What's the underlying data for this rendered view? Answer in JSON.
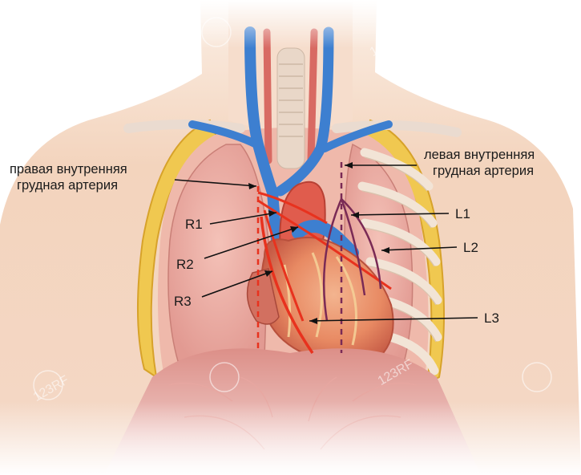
{
  "labels": {
    "right_artery": [
      "правая внутренняя",
      "грудная артерия"
    ],
    "left_artery": [
      "левая внутренняя",
      "грудная артерия"
    ],
    "r1": "R1",
    "r2": "R2",
    "r3": "R3",
    "l1": "L1",
    "l2": "L2",
    "l3": "L3"
  },
  "watermark": "123RF",
  "colors": {
    "skin": "#f2cfb6",
    "lung": "#e9a9a0",
    "heart": "#e07a5b",
    "vein": "#3d7fd0",
    "artery_graft": "#e8321e",
    "left_graft": "#7a2a55",
    "fat_border": "#e8b83a",
    "muscle": "#d98b86"
  }
}
